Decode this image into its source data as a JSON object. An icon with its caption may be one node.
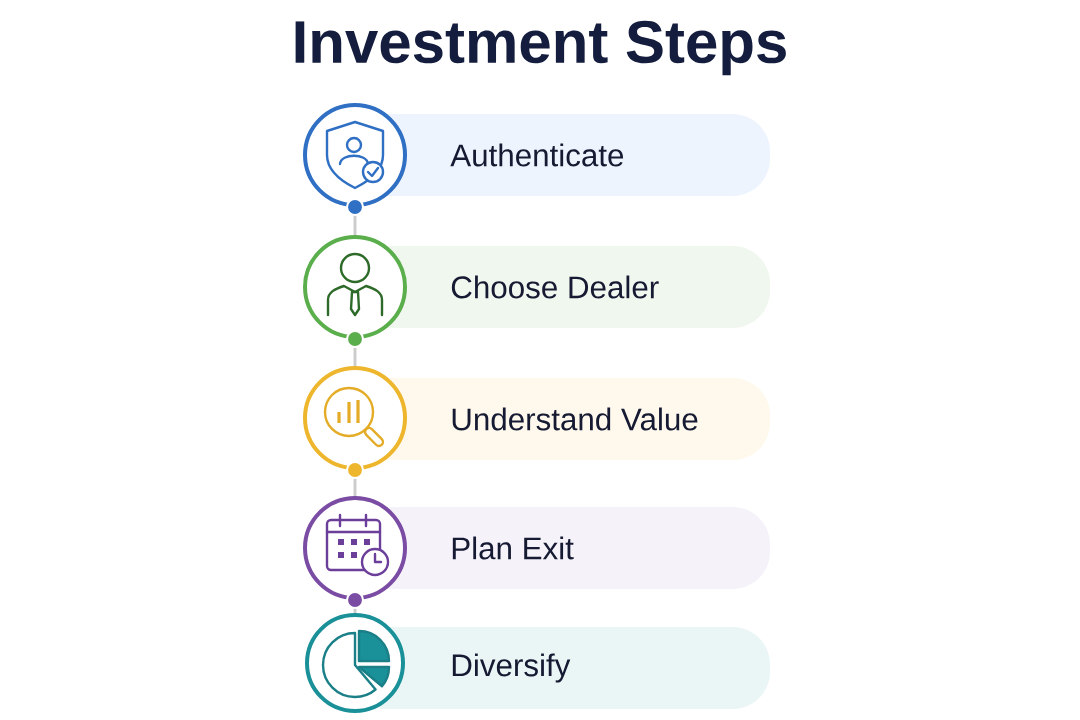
{
  "diagram": {
    "title": "Investment Steps",
    "nodes": [
      {
        "text": [],
        "shape": "circle"
      },
      {
        "text": [
          "Authenticate"
        ]
      },
      {
        "text": [],
        "shape": "circle"
      },
      {
        "text": [
          "Choose Dealer"
        ]
      },
      {
        "text": [],
        "shape": "circle"
      },
      {
        "text": [
          "Understand Value"
        ]
      },
      {
        "text": [],
        "shape": "circle"
      },
      {
        "text": [
          "Plan Exit"
        ]
      },
      {
        "text": [],
        "shape": "circle"
      },
      {
        "text": [
          "Diversify"
        ]
      }
    ],
    "edges": [
      {
        "from": 0,
        "to": 2,
        "arrow": "other"
      },
      {
        "from": 2,
        "to": 4,
        "arrow": "other"
      },
      {
        "from": 4,
        "to": 6,
        "arrow": "other"
      },
      {
        "from": 6,
        "to": 8,
        "arrow": "other"
      }
    ]
  }
}
